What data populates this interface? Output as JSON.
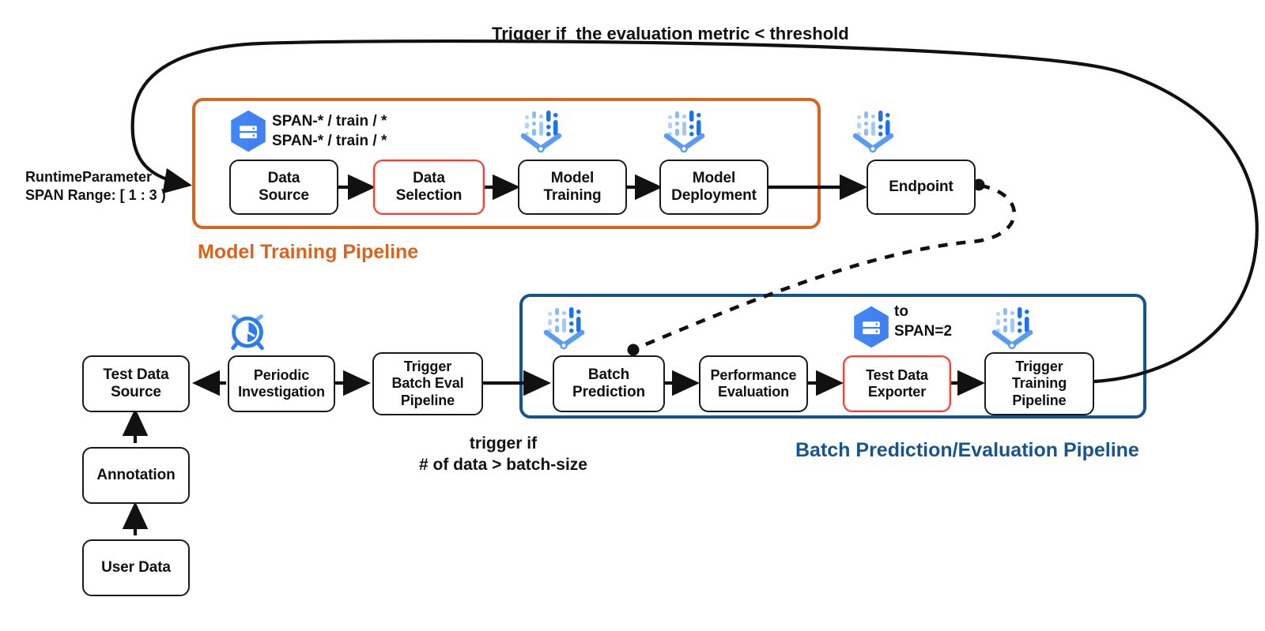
{
  "diagram": {
    "title_note": "Trigger if  the evaluation metric < threshold",
    "runtime_param": "RuntimeParameter\nSPAN Range: [ 1 : 3 )",
    "bq_paths": "SPAN-* / train / *\nSPAN-* / train / *",
    "to_span": "to\nSPAN=2",
    "batch_trigger_note": "trigger if\n# of data > batch-size"
  },
  "groups": {
    "training": {
      "label": "Model Training Pipeline",
      "color": "#d9641e"
    },
    "batch": {
      "label": "Batch Prediction/Evaluation Pipeline",
      "color": "#17548d"
    }
  },
  "nodes": {
    "data_source": {
      "line1": "Data",
      "line2": "Source"
    },
    "data_selection": {
      "line1": "Data",
      "line2": "Selection"
    },
    "model_training": {
      "line1": "Model",
      "line2": "Training"
    },
    "model_deployment": {
      "line1": "Model",
      "line2": "Deployment"
    },
    "endpoint": {
      "line1": "Endpoint",
      "line2": ""
    },
    "test_data_source": {
      "line1": "Test Data",
      "line2": "Source"
    },
    "periodic": {
      "line1": "Periodic",
      "line2": "Investigation"
    },
    "trigger_batch": {
      "line1": "Trigger",
      "line2": "Batch Eval",
      "line3": "Pipeline"
    },
    "batch_prediction": {
      "line1": "Batch",
      "line2": "Prediction"
    },
    "perf_eval": {
      "line1": "Performance",
      "line2": "Evaluation"
    },
    "test_exporter": {
      "line1": "Test Data",
      "line2": "Exporter"
    },
    "trigger_training": {
      "line1": "Trigger",
      "line2": "Training",
      "line3": "Pipeline"
    },
    "annotation": {
      "line1": "Annotation",
      "line2": ""
    },
    "user_data": {
      "line1": "User Data",
      "line2": ""
    }
  },
  "icons": {
    "bigquery": "bigquery-icon",
    "tfx": "tfx-icon",
    "clock": "alarm-clock-icon"
  },
  "colors": {
    "orange": "#d9641e",
    "blue": "#17548d",
    "red": "#ef4136",
    "icon_blue": "#4285f4",
    "black": "#111111"
  }
}
